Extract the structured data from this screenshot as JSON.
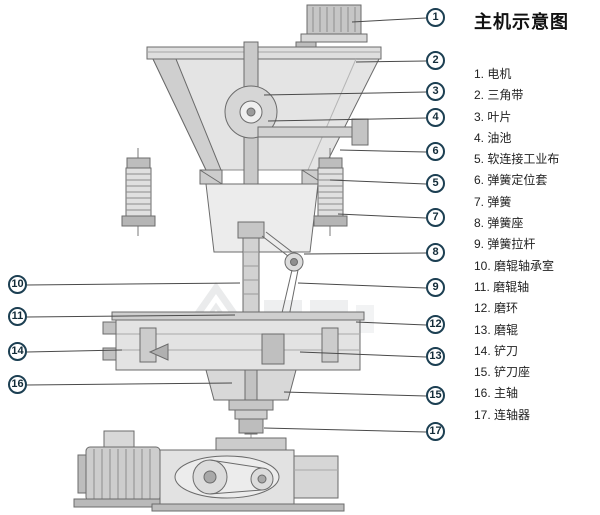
{
  "title": "主机示意图",
  "legend": {
    "items": [
      "1. 电机",
      "2. 三角带",
      "3. 叶片",
      "4. 油池",
      "5. 软连接工业布",
      "6. 弹簧定位套",
      "7. 弹簧",
      "8. 弹簧座",
      "9. 弹簧拉杆",
      "10. 磨辊轴承室",
      "11. 磨辊轴",
      "12. 磨环",
      "13. 磨辊",
      "14. 铲刀",
      "15. 铲刀座",
      "16. 主轴",
      "17. 连轴器"
    ]
  },
  "callouts": [
    "1",
    "2",
    "3",
    "4",
    "5",
    "6",
    "7",
    "8",
    "9",
    "10",
    "11",
    "12",
    "13",
    "14",
    "15",
    "16",
    "17"
  ],
  "colors": {
    "callout_border": "#1c3f52",
    "leader_line": "#4a4a4a",
    "drawing_line": "#6b6b6b",
    "drawing_fill": "#e3e3e3"
  }
}
